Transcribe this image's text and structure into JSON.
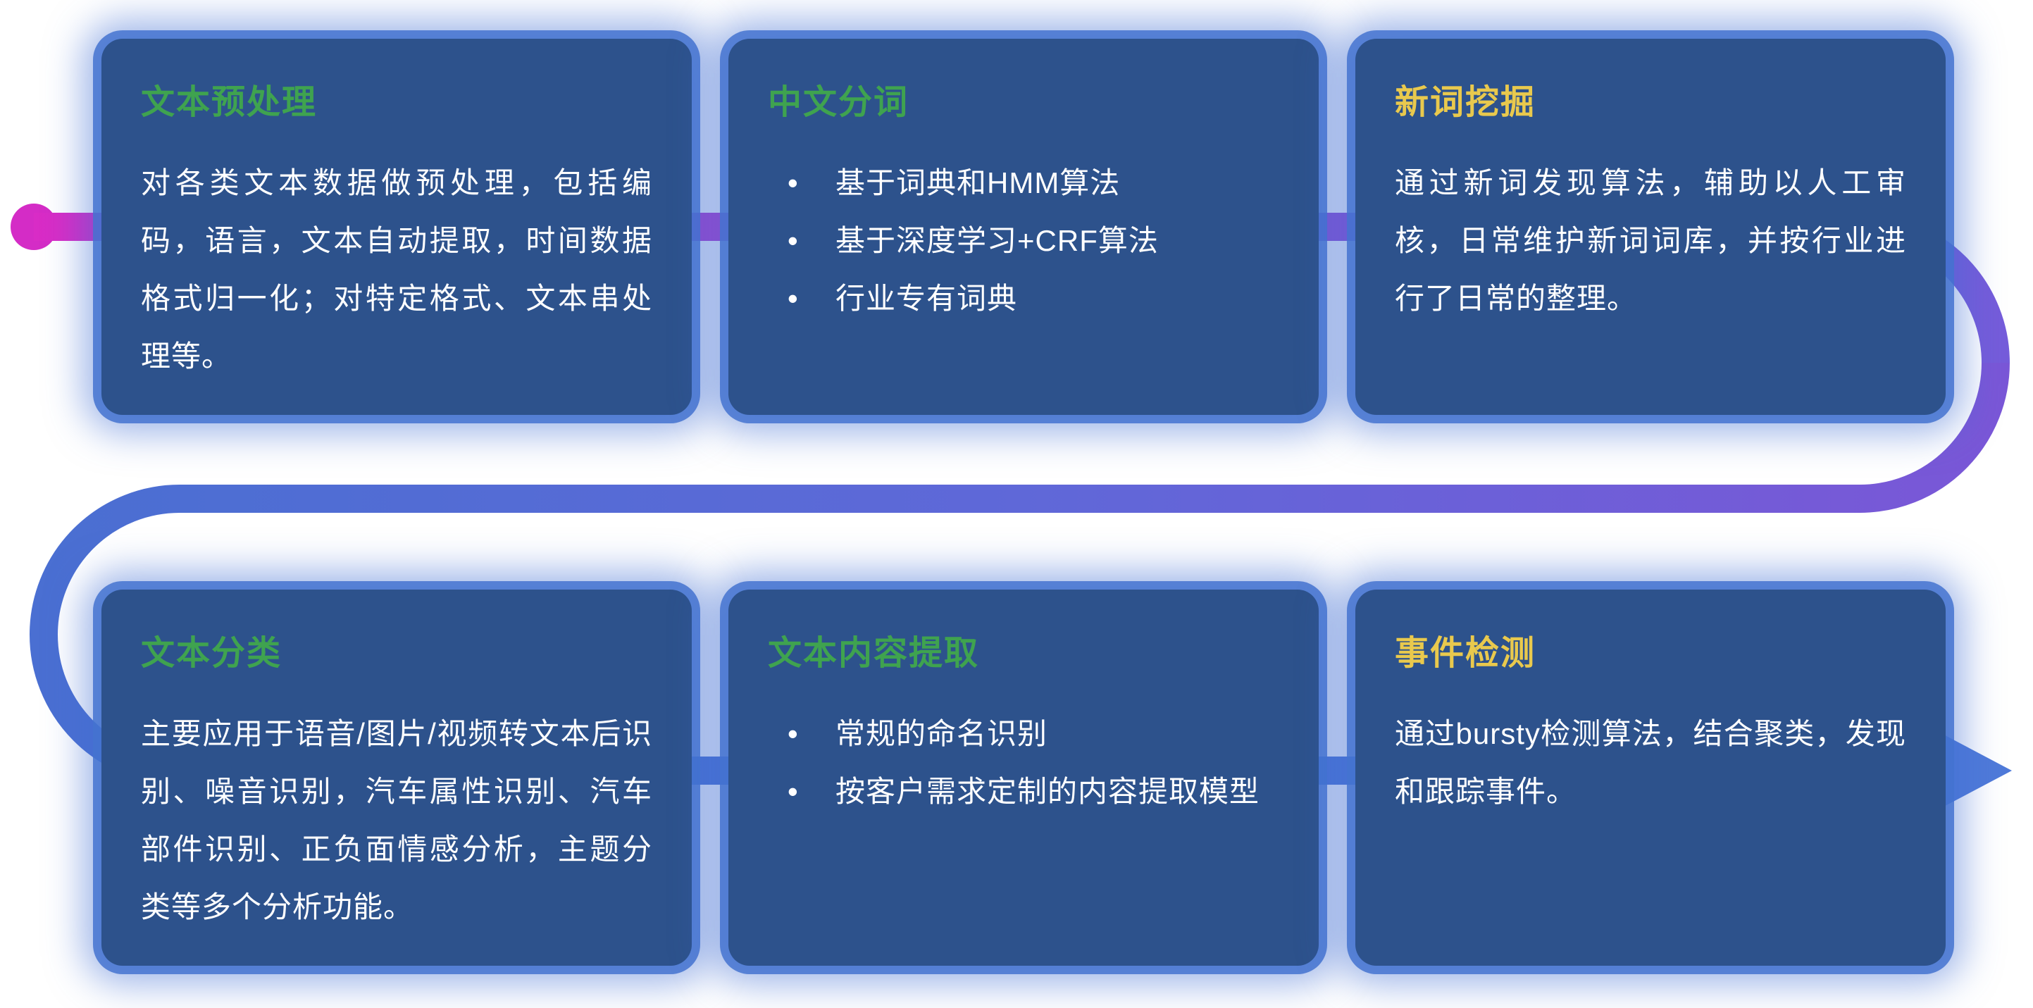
{
  "colors": {
    "card_bg": "#2d528c",
    "card_glow": "#4473d0",
    "title_green": "#3fa34f",
    "title_yellow": "#e9c94d",
    "body_text": "#ffffff",
    "flow_magenta": "#d42cc6",
    "flow_purple": "#8a52d8",
    "flow_blue": "#4a6fd2",
    "arrow_blue": "#4f7ad9"
  },
  "cards": [
    {
      "title": "文本预处理",
      "title_color": "#3fa34f",
      "body": "对各类文本数据做预处理，包括编码，语言，文本自动提取，时间数据格式归一化；对特定格式、文本串处理等。",
      "bullets": []
    },
    {
      "title": "中文分词",
      "title_color": "#3fa34f",
      "body": "",
      "bullets": [
        "基于词典和HMM算法",
        "基于深度学习+CRF算法",
        "行业专有词典"
      ]
    },
    {
      "title": "新词挖掘",
      "title_color": "#e9c94d",
      "body": "通过新词发现算法，辅助以人工审核，日常维护新词词库，并按行业进行了日常的整理。",
      "bullets": []
    },
    {
      "title": "文本分类",
      "title_color": "#3fa34f",
      "body": "主要应用于语音/图片/视频转文本后识别、噪音识别，汽车属性识别、汽车部件识别、正负面情感分析，主题分类等多个分析功能。",
      "bullets": []
    },
    {
      "title": "文本内容提取",
      "title_color": "#3fa34f",
      "body": "",
      "bullets": [
        "常规的命名识别",
        "按客户需求定制的内容提取模型"
      ]
    },
    {
      "title": "事件检测",
      "title_color": "#e9c94d",
      "body": "通过bursty检测算法，结合聚类，发现和跟踪事件。",
      "bullets": []
    }
  ]
}
